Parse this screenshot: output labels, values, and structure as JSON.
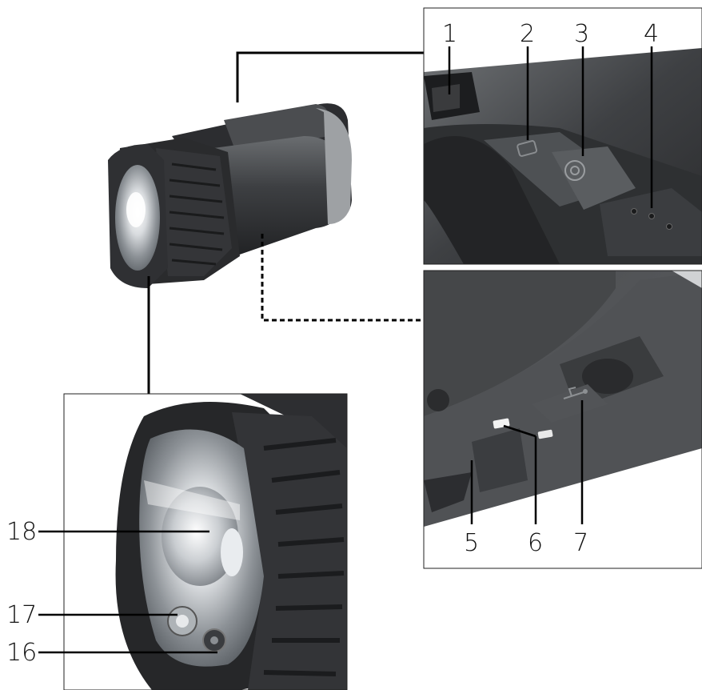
{
  "callouts": {
    "n1": "1",
    "n2": "2",
    "n3": "3",
    "n4": "4",
    "n5": "5",
    "n6": "6",
    "n7": "7",
    "n16": "16",
    "n17": "17",
    "n18": "18"
  },
  "icons": {
    "flashlight": "flashlight-overview-icon",
    "power": "power-button-icon",
    "usb": "usb-port-icon",
    "mode": "mode-button-icon"
  },
  "colors": {
    "body": "#3a3c3f",
    "rubber": "#2b2c2e",
    "background": "#ffffff",
    "line": "#000000"
  }
}
